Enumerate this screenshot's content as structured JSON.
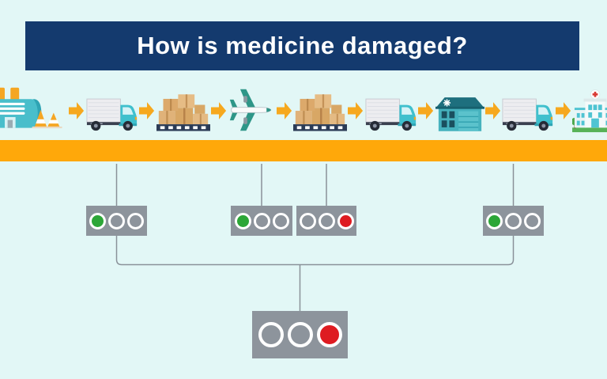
{
  "title": "How is medicine damaged?",
  "colors": {
    "background": "#E2F7F6",
    "banner": "#143A6E",
    "banner_text": "#FFFFFF",
    "bar": "#FFA80A",
    "arrow": "#F6A81E",
    "panel": "#8D949C",
    "green": "#2CA637",
    "red": "#DE1B21",
    "line": "#8A9199"
  },
  "supply_chain": {
    "steps": [
      {
        "id": "step-factory",
        "icon": "factory-icon"
      },
      {
        "id": "step-truck-1",
        "icon": "truck-icon"
      },
      {
        "id": "step-boxes-1",
        "icon": "boxes-pallet-icon"
      },
      {
        "id": "step-airplane",
        "icon": "airplane-icon"
      },
      {
        "id": "step-boxes-2",
        "icon": "boxes-pallet-icon"
      },
      {
        "id": "step-truck-2",
        "icon": "truck-icon"
      },
      {
        "id": "step-warehouse",
        "icon": "warehouse-icon"
      },
      {
        "id": "step-truck-3",
        "icon": "truck-icon"
      },
      {
        "id": "step-hospital",
        "icon": "hospital-icon"
      }
    ],
    "connector_icon": "arrow-right-icon"
  },
  "indicators": {
    "panels": [
      {
        "id": "panel-1",
        "lights": [
          "green",
          "off",
          "off"
        ]
      },
      {
        "id": "panel-2",
        "lights": [
          "green",
          "off",
          "off"
        ]
      },
      {
        "id": "panel-3",
        "lights": [
          "off",
          "off",
          "red"
        ]
      },
      {
        "id": "panel-4",
        "lights": [
          "green",
          "off",
          "off"
        ]
      }
    ],
    "summary_panel": {
      "id": "panel-summary",
      "lights": [
        "off",
        "off",
        "red"
      ]
    }
  }
}
